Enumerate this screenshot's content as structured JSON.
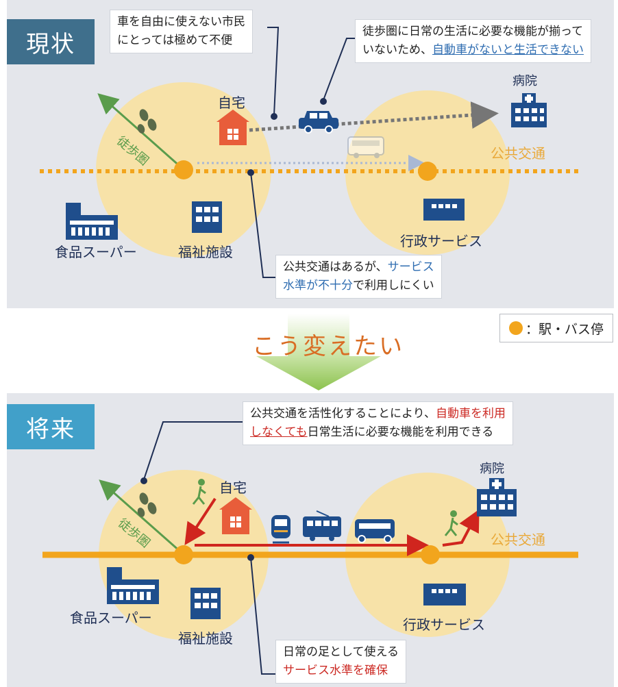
{
  "current": {
    "title": "現状",
    "callout_top_left": [
      "車を自由に使えない市民",
      "にとっては極めて不便"
    ],
    "callout_top_right": {
      "line1": "徒歩圏に日常の生活に必要な機能が揃って",
      "line2_plain": "いないため、",
      "line2_highlight": "自動車がないと生活できない"
    },
    "callout_bottom": {
      "line1_plain": "公共交通はあるが、",
      "line1_highlight": "サービス",
      "line2_highlight": "水準が不十分",
      "line2_plain": "で利用しにくい"
    },
    "labels": {
      "home": "自宅",
      "walking": "徒歩圏",
      "hospital": "病院",
      "transit": "公共交通",
      "supermarket": "食品スーパー",
      "welfare": "福祉施設",
      "admin": "行政サービス"
    }
  },
  "legend": {
    "text": "：駅・バス停"
  },
  "transition": {
    "text": "こう変えたい"
  },
  "future": {
    "title": "将来",
    "callout_top": {
      "line1_plain": "公共交通を活性化することにより、",
      "line1_highlight": "自動車を利用",
      "line2_highlight": "しなくても",
      "line2_plain": "日常生活に必要な機能を利用できる"
    },
    "callout_bottom": {
      "line1": "日常の足として使える",
      "line2_highlight": "サービス水準を確保"
    },
    "labels": {
      "home": "自宅",
      "walking": "徒歩圏",
      "hospital": "病院",
      "transit": "公共交通",
      "supermarket": "食品スーパー",
      "welfare": "福祉施設",
      "admin": "行政サービス"
    }
  },
  "colors": {
    "circle": "#f7e2a8",
    "station": "#f2a51d",
    "icon_navy": "#1f4e8c",
    "house": "#e85d3a",
    "walk_green": "#5a9c4c",
    "route_red": "#d0251e",
    "title_current": "#3f6f8c",
    "title_future": "#41a0c9",
    "transition_text": "#d96d24"
  },
  "icons": [
    "footprints-icon",
    "home-icon",
    "car-icon",
    "bus-icon",
    "hospital-icon",
    "supermarket-icon",
    "welfare-building-icon",
    "office-icon",
    "pedestrian-icon",
    "train-icon",
    "tram-icon"
  ]
}
